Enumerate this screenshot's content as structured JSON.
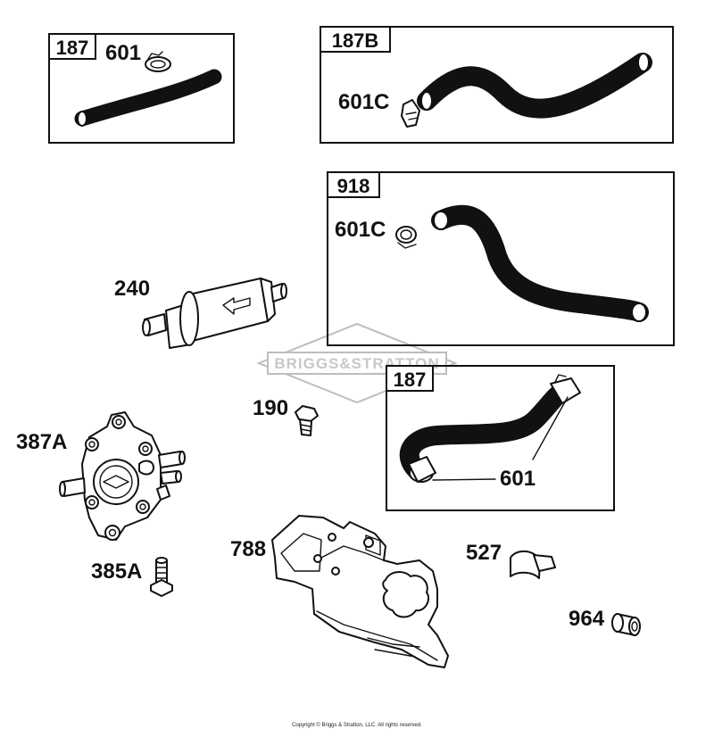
{
  "watermark": "BRIGGS&STRATTON",
  "copyright": "Copyright © Briggs & Stratton, LLC. All rights reserved.",
  "boxes": {
    "b187_top": {
      "tag": "187",
      "labels": [
        "601"
      ]
    },
    "b187b": {
      "tag": "187B",
      "labels": [
        "601C"
      ]
    },
    "b918": {
      "tag": "918",
      "labels": [
        "601C"
      ]
    },
    "b187_mid": {
      "tag": "187",
      "labels": [
        "601"
      ]
    }
  },
  "parts": {
    "p240": "240",
    "p190": "190",
    "p387a": "387A",
    "p385a": "385A",
    "p788": "788",
    "p527": "527",
    "p964": "964"
  }
}
